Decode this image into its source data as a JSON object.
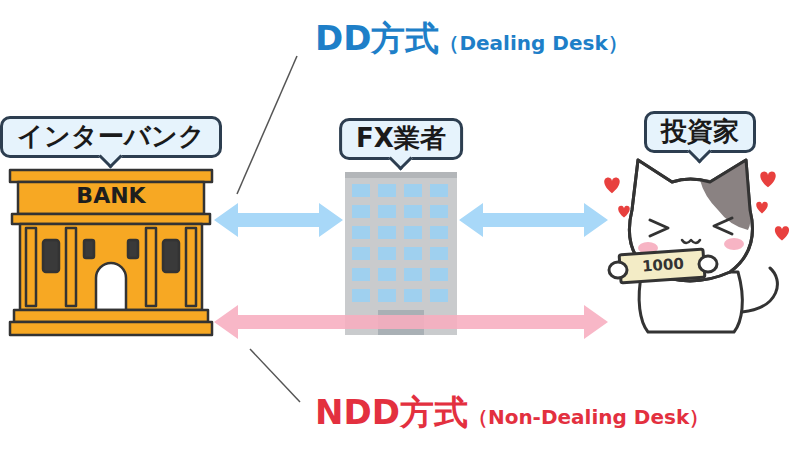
{
  "diagram": {
    "nodes": [
      {
        "text": [
          "インターバンク",
          "BANK"
        ]
      },
      {
        "text": [
          "FX業者"
        ]
      },
      {
        "text": [
          "投資家"
        ]
      }
    ],
    "edges": [
      {
        "from": 0,
        "to": 1,
        "arrow": "both"
      },
      {
        "from": 1,
        "to": 2,
        "arrow": "both"
      },
      {
        "from": 0,
        "to": 2,
        "arrow": "both"
      }
    ],
    "labels": [
      "DD方式",
      "（Dealing Desk）",
      "1000",
      "NDD方式",
      "（Non-Dealing Desk）"
    ]
  }
}
